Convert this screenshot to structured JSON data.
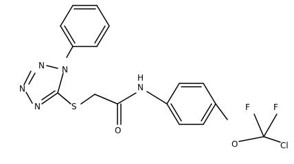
{
  "molecule": {
    "atoms": {
      "n1": "N",
      "n2": "N",
      "n3": "N",
      "n4": "N",
      "s": "S",
      "o": "O",
      "nh": "N",
      "h": "H",
      "o_ether": "O",
      "f1": "F",
      "f2": "F",
      "cl": "Cl"
    }
  },
  "colors": {
    "ink": "#000000",
    "background": "#ffffff"
  }
}
